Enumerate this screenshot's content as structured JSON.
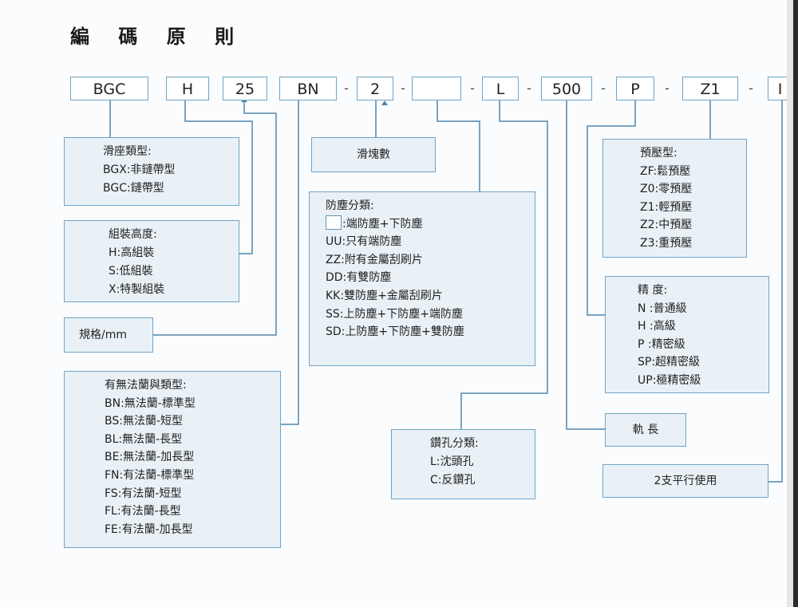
{
  "title": "編 碼 原 則",
  "code_parts": {
    "bgc": "BGC",
    "h": "H",
    "size": "25",
    "bn": "BN",
    "blocks": "2",
    "dust": "",
    "l": "L",
    "length": "500",
    "p": "P",
    "z1": "Z1",
    "last": "I",
    "dash": "-"
  },
  "boxes": {
    "slider_type": {
      "title": "滑座類型:",
      "lines": [
        "BGX:非鏈帶型",
        "BGC:鏈帶型"
      ]
    },
    "assembly_height": {
      "title": "組裝高度:",
      "lines": [
        "H:高組裝",
        "S:低組裝",
        "X:特製組裝"
      ]
    },
    "spec": {
      "text": "規格/mm"
    },
    "flange": {
      "title": "有無法蘭與類型:",
      "lines": [
        "BN:無法蘭-標準型",
        "BS:無法蘭-短型",
        "BL:無法蘭-長型",
        "BE:無法蘭-加長型",
        "FN:有法蘭-標準型",
        "FS:有法蘭-短型",
        "FL:有法蘭-長型",
        "FE:有法蘭-加長型"
      ]
    },
    "block_count": {
      "text": "滑塊數"
    },
    "dust_proof": {
      "title": "防塵分類:",
      "first_line": ":端防塵+下防塵",
      "lines": [
        "UU:只有端防塵",
        "ZZ:附有金屬刮刷片",
        "DD:有雙防塵",
        "KK:雙防塵+金屬刮刷片",
        "SS:上防塵+下防塵+端防塵",
        "SD:上防塵+下防塵+雙防塵"
      ]
    },
    "drill": {
      "title": "鑽孔分類:",
      "lines": [
        "L:沈頭孔",
        "C:反鑽孔"
      ]
    },
    "preload": {
      "title": "預壓型:",
      "lines": [
        "ZF:鬆預壓",
        "Z0:零預壓",
        "Z1:輕預壓",
        "Z2:中預壓",
        "Z3:重預壓"
      ]
    },
    "accuracy": {
      "title": "精 度:",
      "lines": [
        "N :普通級",
        "H :高級",
        "P :精密級",
        "SP:超精密級",
        "UP:極精密級"
      ]
    },
    "rail_length": {
      "text": "軌 長"
    },
    "parallel": {
      "text": "2支平行使用"
    }
  }
}
